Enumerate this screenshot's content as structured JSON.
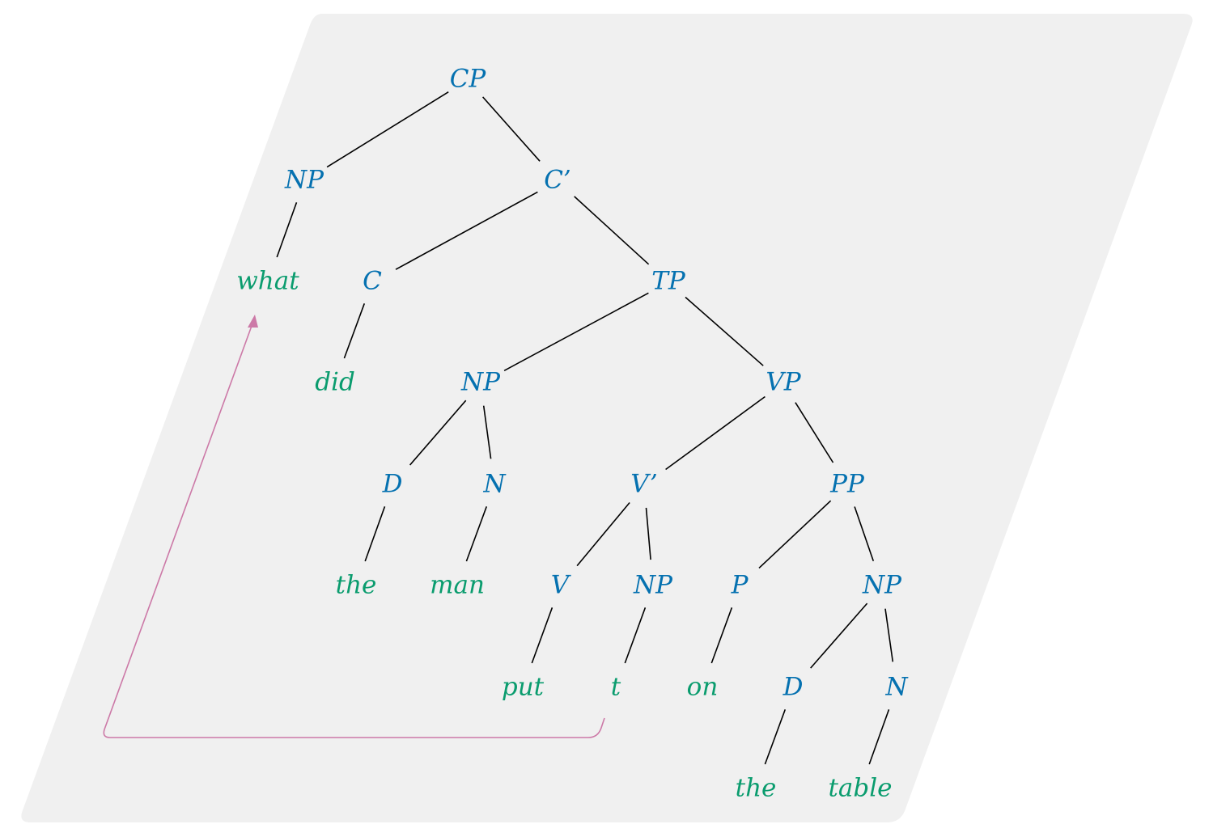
{
  "colors": {
    "panel": "#f0f0f0",
    "category": "#0571b0",
    "word": "#0a9c6e",
    "branch": "#000000",
    "movement_arrow": "#cc79a7"
  },
  "tree": {
    "nodes": [
      {
        "id": "cp",
        "label": "CP",
        "kind": "category"
      },
      {
        "id": "np_what",
        "label": "NP",
        "kind": "category"
      },
      {
        "id": "c_bar",
        "label": "C’",
        "kind": "category"
      },
      {
        "id": "what",
        "label": "what",
        "kind": "word"
      },
      {
        "id": "c",
        "label": "C",
        "kind": "category"
      },
      {
        "id": "tp",
        "label": "TP",
        "kind": "category"
      },
      {
        "id": "did",
        "label": "did",
        "kind": "word"
      },
      {
        "id": "np_subj",
        "label": "NP",
        "kind": "category"
      },
      {
        "id": "vp",
        "label": "VP",
        "kind": "category"
      },
      {
        "id": "d_subj",
        "label": "D",
        "kind": "category"
      },
      {
        "id": "n_subj",
        "label": "N",
        "kind": "category"
      },
      {
        "id": "v_bar",
        "label": "V’",
        "kind": "category"
      },
      {
        "id": "pp",
        "label": "PP",
        "kind": "category"
      },
      {
        "id": "the_1",
        "label": "the",
        "kind": "word"
      },
      {
        "id": "man",
        "label": "man",
        "kind": "word"
      },
      {
        "id": "v",
        "label": "V",
        "kind": "category"
      },
      {
        "id": "np_obj",
        "label": "NP",
        "kind": "category"
      },
      {
        "id": "p",
        "label": "P",
        "kind": "category"
      },
      {
        "id": "np_pp",
        "label": "NP",
        "kind": "category"
      },
      {
        "id": "put",
        "label": "put",
        "kind": "word"
      },
      {
        "id": "trace",
        "label": "t",
        "kind": "word"
      },
      {
        "id": "on",
        "label": "on",
        "kind": "word"
      },
      {
        "id": "d_pp",
        "label": "D",
        "kind": "category"
      },
      {
        "id": "n_pp",
        "label": "N",
        "kind": "category"
      },
      {
        "id": "the_2",
        "label": "the",
        "kind": "word"
      },
      {
        "id": "table",
        "label": "table",
        "kind": "word"
      }
    ],
    "edges": [
      [
        "cp",
        "np_what"
      ],
      [
        "cp",
        "c_bar"
      ],
      [
        "np_what",
        "what"
      ],
      [
        "c_bar",
        "c"
      ],
      [
        "c_bar",
        "tp"
      ],
      [
        "c",
        "did"
      ],
      [
        "tp",
        "np_subj"
      ],
      [
        "tp",
        "vp"
      ],
      [
        "np_subj",
        "d_subj"
      ],
      [
        "np_subj",
        "n_subj"
      ],
      [
        "d_subj",
        "the_1"
      ],
      [
        "n_subj",
        "man"
      ],
      [
        "vp",
        "v_bar"
      ],
      [
        "vp",
        "pp"
      ],
      [
        "v_bar",
        "v"
      ],
      [
        "v_bar",
        "np_obj"
      ],
      [
        "v",
        "put"
      ],
      [
        "np_obj",
        "trace"
      ],
      [
        "pp",
        "p"
      ],
      [
        "pp",
        "np_pp"
      ],
      [
        "p",
        "on"
      ],
      [
        "np_pp",
        "d_pp"
      ],
      [
        "np_pp",
        "n_pp"
      ],
      [
        "d_pp",
        "the_2"
      ],
      [
        "n_pp",
        "table"
      ]
    ],
    "movement": {
      "from": "trace",
      "to": "what"
    }
  }
}
